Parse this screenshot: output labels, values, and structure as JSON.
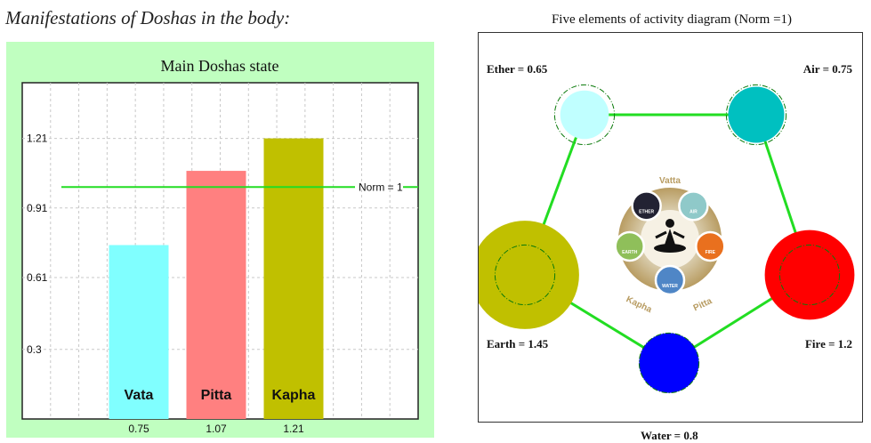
{
  "page": {
    "heading": "Manifestations of Doshas in the body:"
  },
  "chart_data": [
    {
      "type": "bar",
      "title": "Main Doshas state",
      "categories": [
        "Vata",
        "Pitta",
        "Kapha"
      ],
      "values": [
        0.75,
        1.07,
        1.21
      ],
      "value_labels": [
        "0.75",
        "1.07",
        "1.21"
      ],
      "colors": [
        "#80ffff",
        "#ff8080",
        "#c0c000"
      ],
      "y_ticks": [
        0.3,
        0.61,
        0.91,
        1.21
      ],
      "y_tick_labels": [
        "0.3",
        "0.61",
        "0.91",
        "1.21"
      ],
      "ylim": [
        0,
        1.45
      ],
      "grid": true,
      "norm_line": {
        "value": 1.0,
        "label": "Norm = 1",
        "color": "#22dd22"
      },
      "background": "#c0ffc0",
      "plot_background": "#ffffff"
    },
    {
      "type": "diagram",
      "title": "Five elements of activity diagram (Norm =1)",
      "norm": 1,
      "edge_color": "#22dd22",
      "elements": [
        {
          "key": "ether",
          "label": "Ether =  0.65",
          "value": 0.65,
          "color": "#c0ffff"
        },
        {
          "key": "air",
          "label": "Air  =  0.75",
          "value": 0.75,
          "color": "#00c0c0"
        },
        {
          "key": "fire",
          "label": "Fire  =  1.2",
          "value": 1.2,
          "color": "#ff0000"
        },
        {
          "key": "water",
          "label": "Water =  0.8",
          "value": 0.8,
          "color": "#0000ff"
        },
        {
          "key": "earth",
          "label": "Earth =  1.45",
          "value": 1.45,
          "color": "#c0c000"
        }
      ],
      "emblem": {
        "top_text": "Vatta",
        "left_text": "Kapha",
        "right_text": "Pitta",
        "badges": [
          "ETHER",
          "AIR",
          "FIRE",
          "WATER",
          "EARTH"
        ]
      }
    }
  ]
}
